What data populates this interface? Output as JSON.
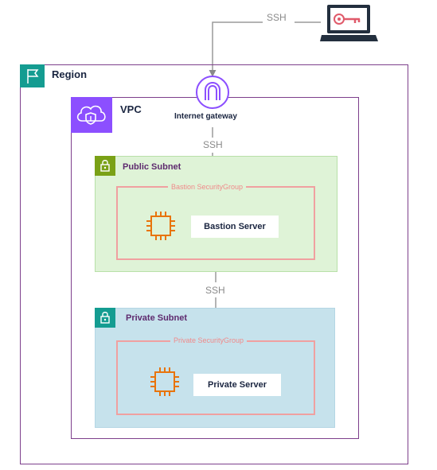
{
  "ssh_top": "SSH",
  "ssh_gateway_to_public": "SSH",
  "ssh_public_to_private": "SSH",
  "region": {
    "label": "Region"
  },
  "vpc": {
    "label": "VPC"
  },
  "internet_gateway": {
    "label": "Internet gateway"
  },
  "public_subnet": {
    "label": "Public Subnet",
    "security_group": "Bastion SecurityGroup",
    "server": "Bastion Server"
  },
  "private_subnet": {
    "label": "Private Subnet",
    "security_group": "Private SecurityGroup",
    "server": "Private Server"
  },
  "colors": {
    "region_icon": "#149c91",
    "vpc_icon": "#8c4fff",
    "public_icon": "#7aa116",
    "private_icon": "#149c91",
    "security_group": "#f0a0a0",
    "ec2": "#e8740c",
    "gateway": "#8c4fff",
    "key": "#e05a6a"
  }
}
